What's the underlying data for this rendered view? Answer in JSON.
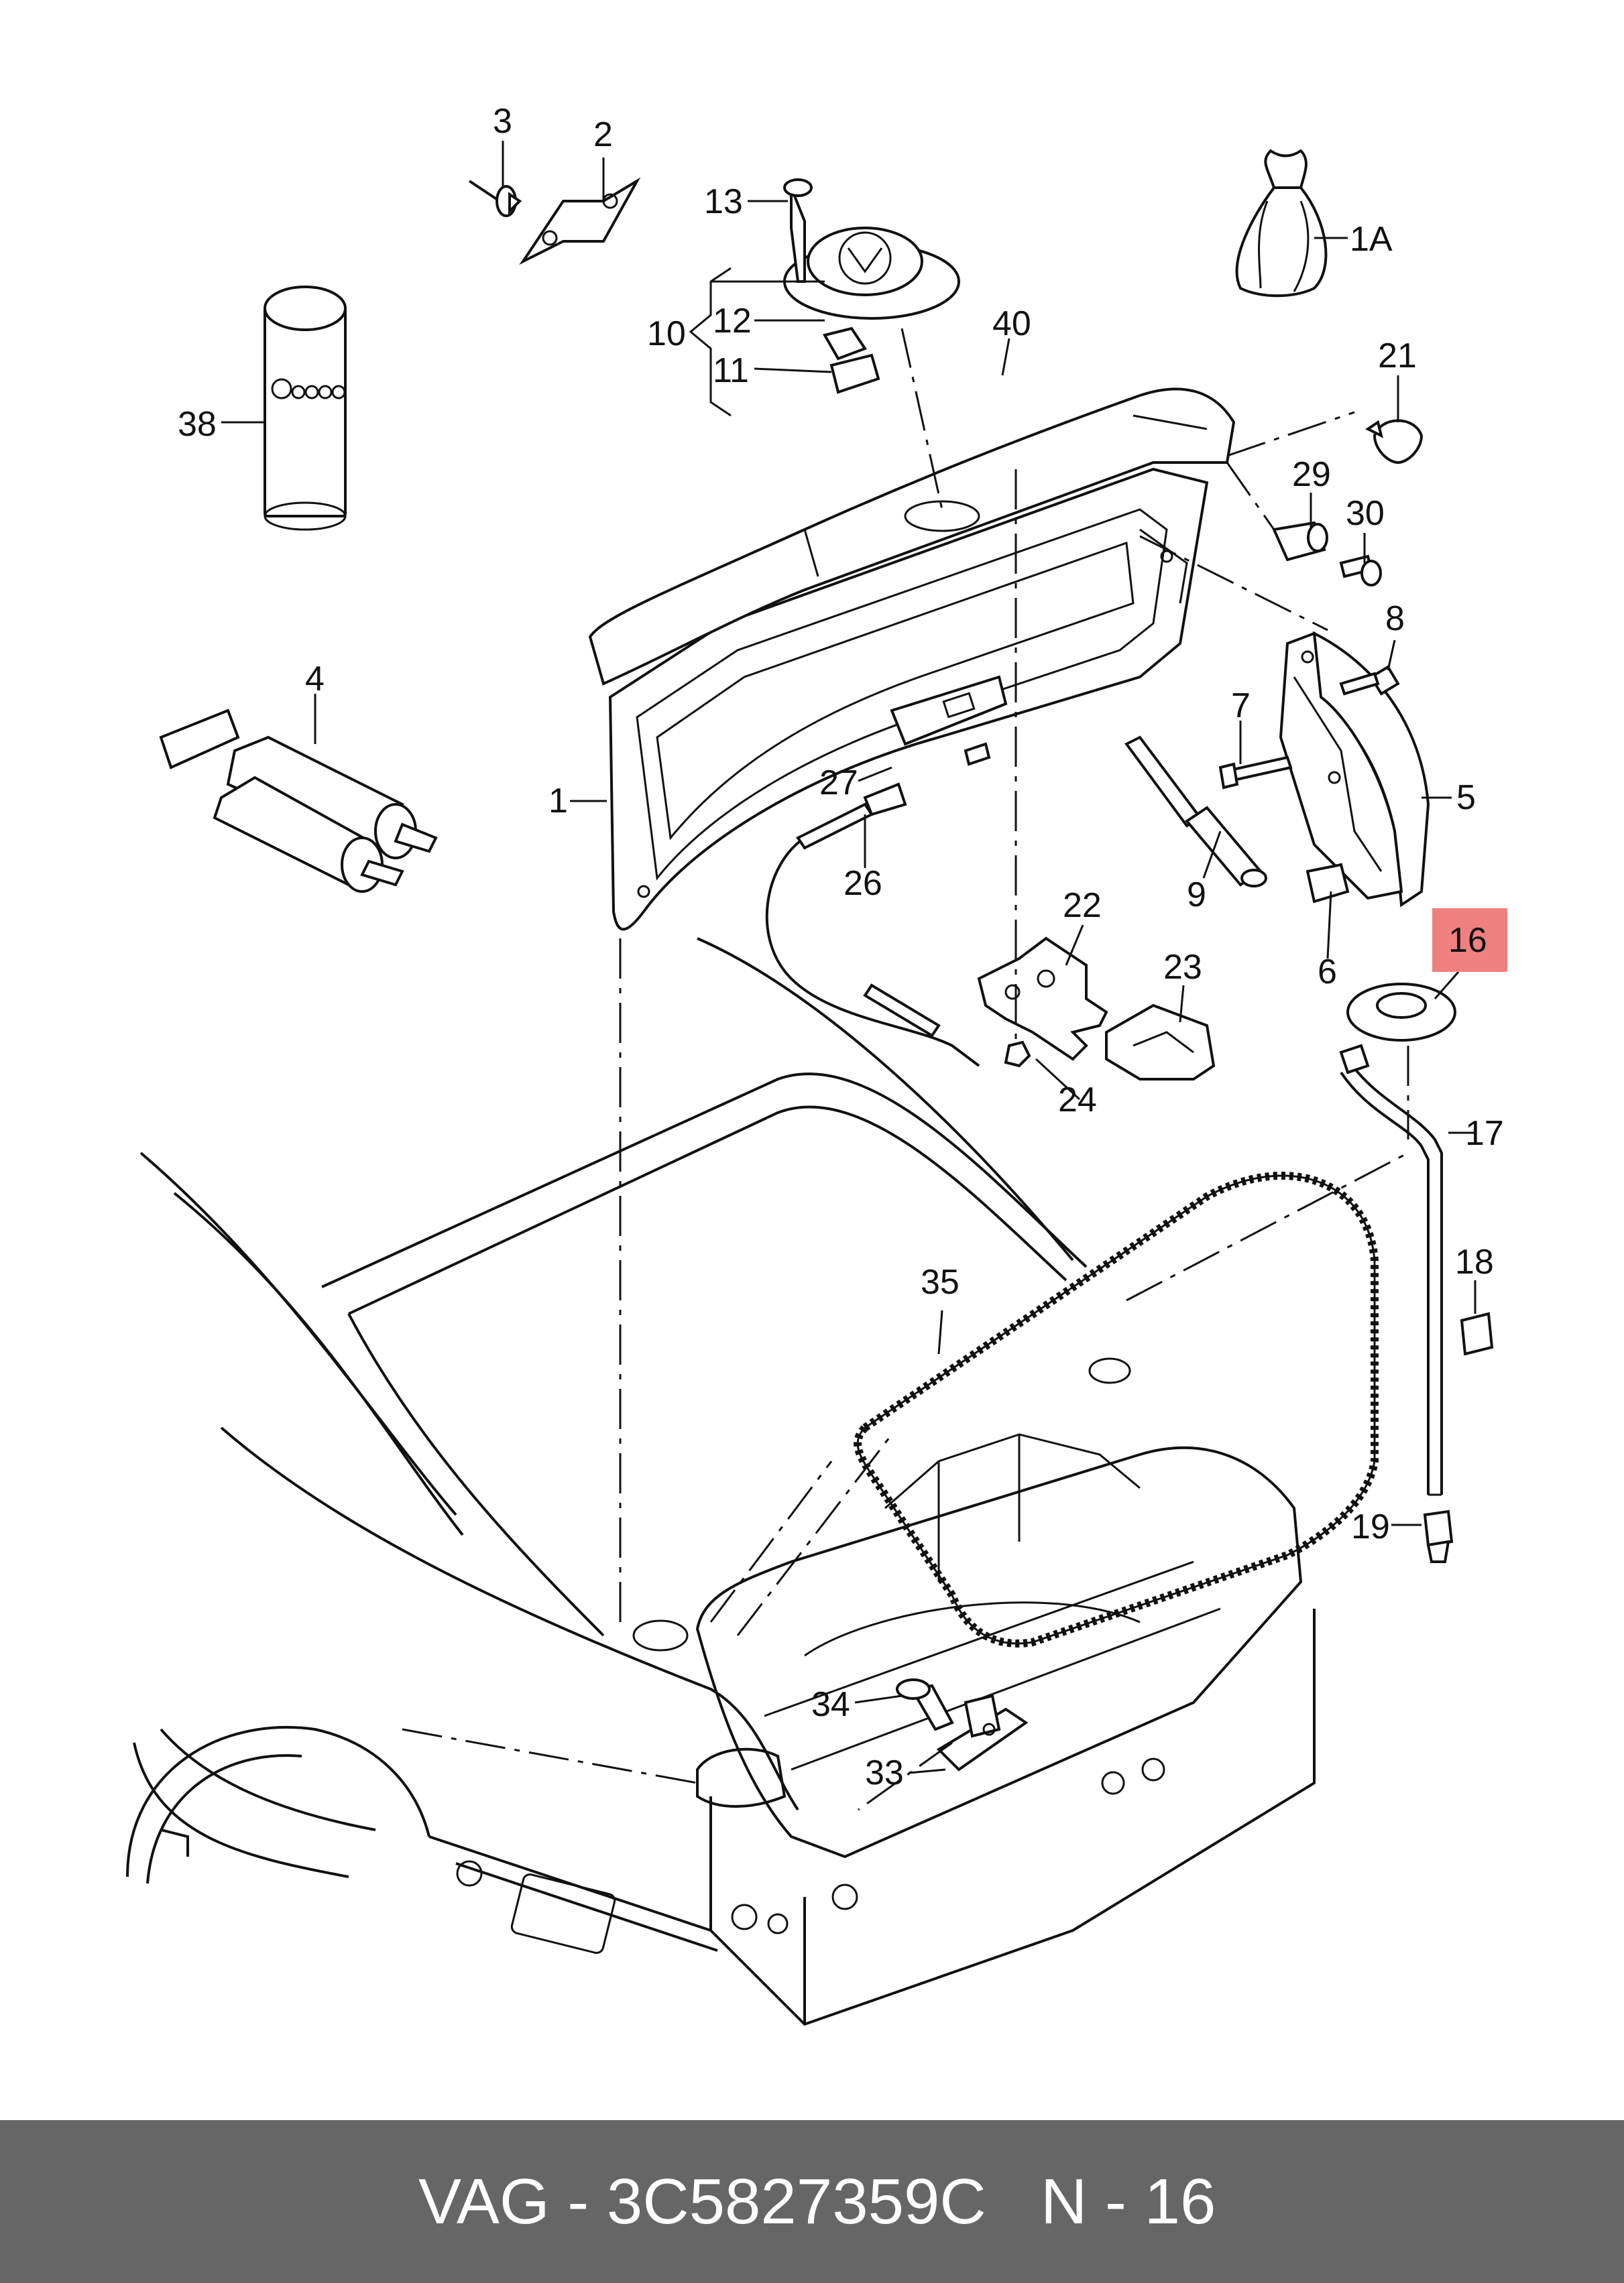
{
  "diagram": {
    "callouts": {
      "p1": "1",
      "p1A": "1A",
      "p2": "2",
      "p3": "3",
      "p4": "4",
      "p5": "5",
      "p6": "6",
      "p7": "7",
      "p8": "8",
      "p9": "9",
      "p10": "10",
      "p11": "11",
      "p12": "12",
      "p13": "13",
      "p16": "16",
      "p17": "17",
      "p18": "18",
      "p19": "19",
      "p21": "21",
      "p22": "22",
      "p23": "23",
      "p24": "24",
      "p26": "26",
      "p27": "27",
      "p29": "29",
      "p30": "30",
      "p33": "33",
      "p34": "34",
      "p35": "35",
      "p38": "38",
      "p40": "40"
    },
    "highlighted_part": "16",
    "highlight_color": "#f08080"
  },
  "footer": {
    "part_label": "VAG - 3C5827359C",
    "page_label": "N - 16",
    "background": "#666666"
  }
}
